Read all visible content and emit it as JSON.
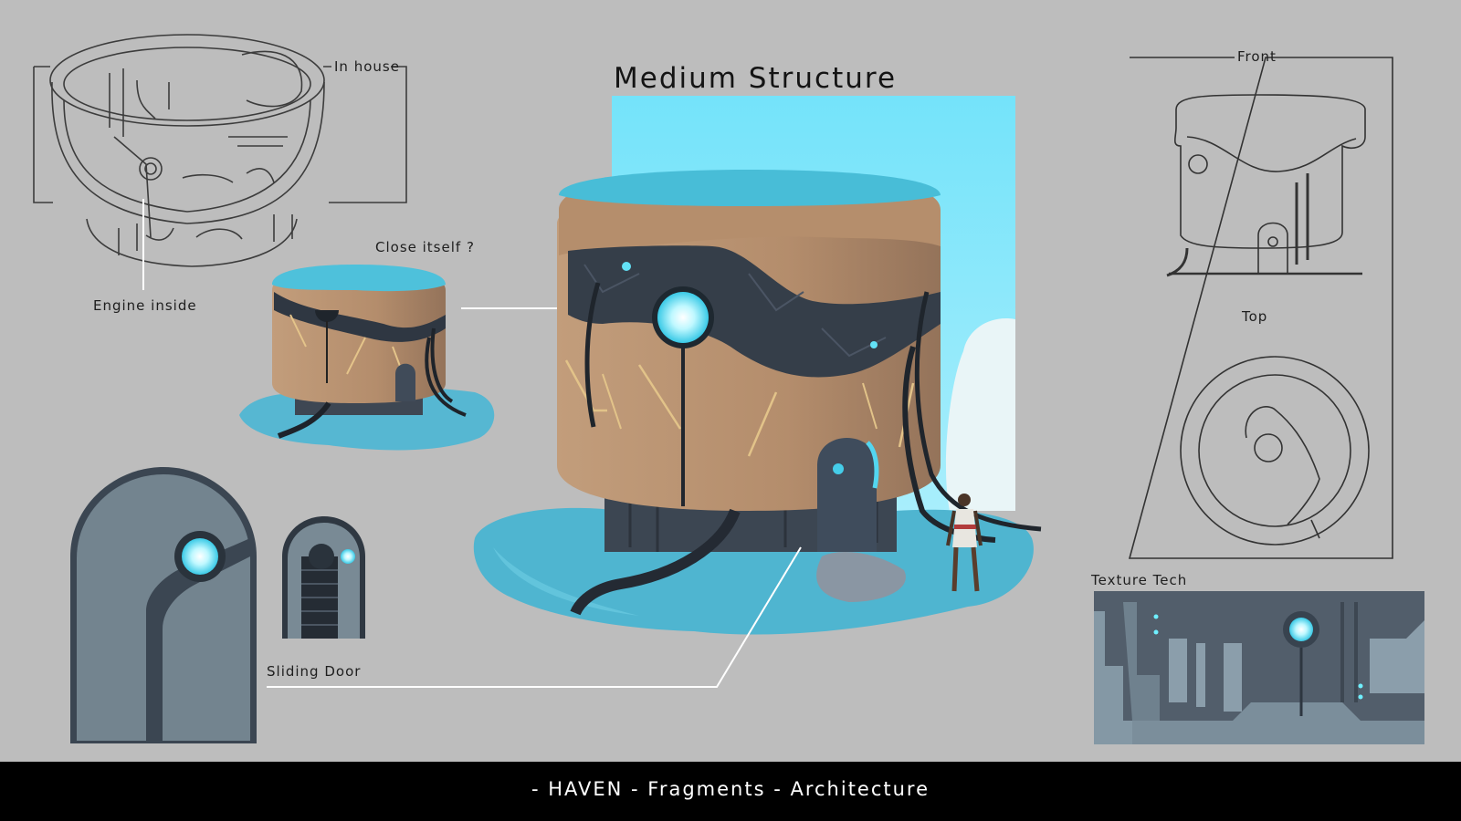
{
  "title": "Medium Structure",
  "labels": {
    "in_house": "In house",
    "engine_inside": "Engine inside",
    "close_itself": "Close itself ?",
    "front": "Front",
    "top": "Top",
    "texture_tech": "Texture Tech",
    "sliding_door": "Sliding Door"
  },
  "footer": "- HAVEN - Fragments - Architecture",
  "colors": {
    "background": "#bdbdbd",
    "sky": "#7de5fa",
    "wood": "#b99474",
    "tech_panel": "#3b4450",
    "glow": "#7df0ff",
    "grass": "#4cb2cf",
    "footer_bar": "#000000"
  }
}
